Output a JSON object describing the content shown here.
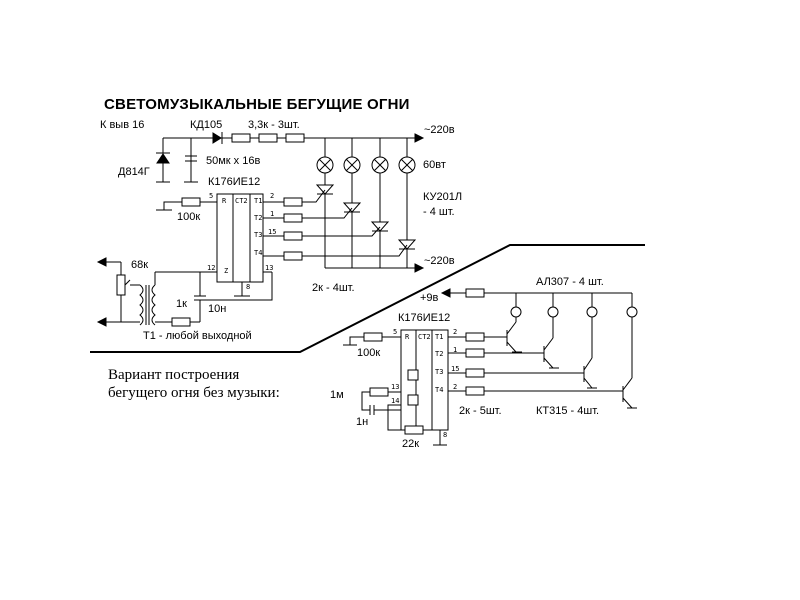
{
  "title": "СВЕТОМУЗЫКАЛЬНЫЕ  БЕГУЩИЕ  ОГНИ",
  "top": {
    "k_pin": "К выв 16",
    "diode": "КД105",
    "resistors": "3,3к - 3шт.",
    "mains_top": "~220в",
    "capacitor": "50мк х 16в",
    "zener": "Д814Г",
    "lamps": "60вт",
    "chip": "К176ИЕ12",
    "r_in": "100к",
    "thyristors_line1": "КУ201Л",
    "thyristors_line2": "- 4 шт.",
    "mains_bottom": "~220в",
    "r_gates": "2к - 4шт.",
    "pot": "68к",
    "r_1k": "1к",
    "c_10n": "10н",
    "transformer": "Т1 - любой выходной"
  },
  "chip_pins": {
    "r": "R",
    "ct2": "СТ2",
    "t1": "Т1",
    "t2": "Т2",
    "t3": "Т3",
    "t4": "Т4",
    "p5": "5",
    "p2": "2",
    "p1": "1",
    "p15": "15",
    "p12": "12",
    "p13": "13",
    "p8": "8",
    "z": "Z",
    "p14": "14"
  },
  "note": {
    "line1": "Вариант построения",
    "line2": "бегущего огня без музыки:"
  },
  "bottom": {
    "supply": "+9в",
    "leds": "АЛ307 - 4 шт.",
    "chip": "К176ИЕ12",
    "r_in": "100к",
    "r_1m": "1м",
    "c_1n": "1н",
    "r_22k": "22к",
    "r_bases": "2к - 5шт.",
    "transistors": "КТ315 - 4шт."
  }
}
